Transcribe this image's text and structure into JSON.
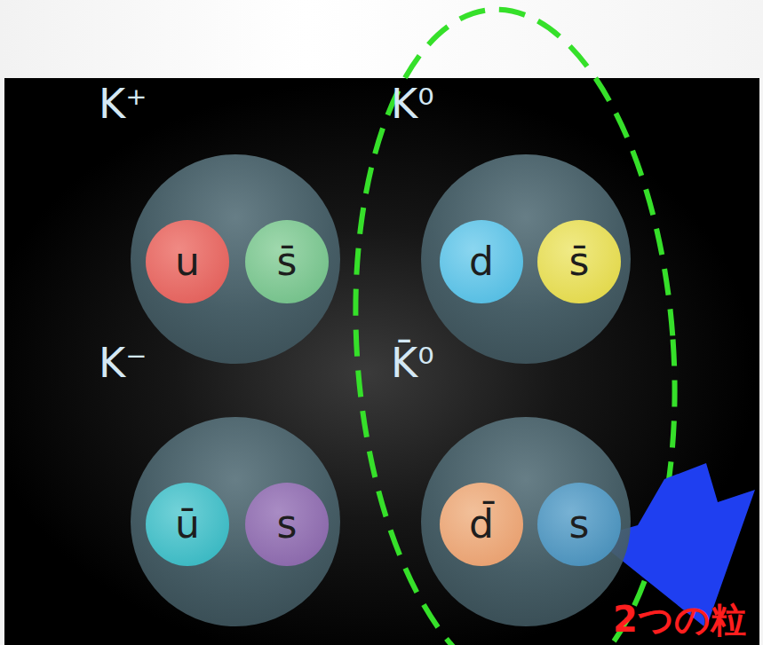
{
  "diagram": {
    "nodes": [
      {
        "text": [
          "K⁺"
        ]
      },
      {
        "text": [
          "u"
        ],
        "in": 0
      },
      {
        "text": [
          "s̄"
        ],
        "in": 0
      },
      {
        "text": [
          "K⁰"
        ]
      },
      {
        "text": [
          "d"
        ],
        "in": 3
      },
      {
        "text": [
          "s̄"
        ],
        "in": 3
      },
      {
        "text": [
          "K⁻"
        ]
      },
      {
        "text": [
          "ū"
        ],
        "in": 6
      },
      {
        "text": [
          "s"
        ],
        "in": 6
      },
      {
        "text": [
          "K̄⁰"
        ]
      },
      {
        "text": [
          "d̄"
        ],
        "in": 9
      },
      {
        "text": [
          "s"
        ],
        "in": 9
      }
    ],
    "labels": [
      "2つの粒"
    ]
  }
}
